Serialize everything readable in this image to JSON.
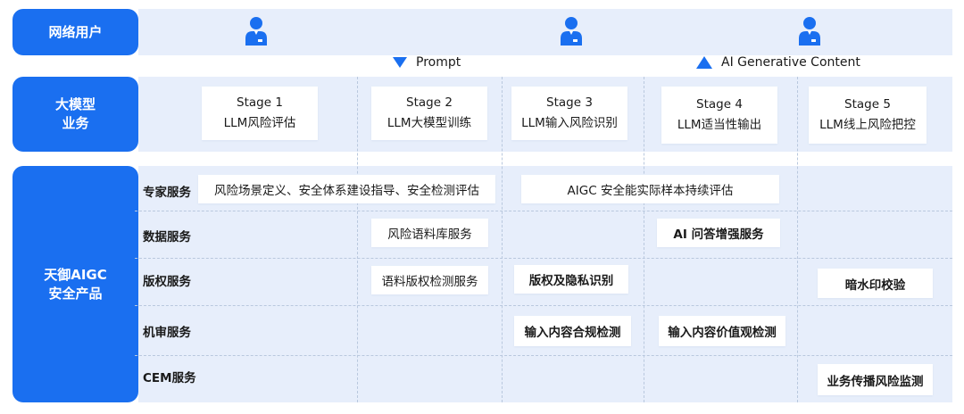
{
  "users": {
    "label": "网络用户",
    "icon": "user-icon"
  },
  "markers": {
    "prompt": "Prompt",
    "generative": "AI Generative Content"
  },
  "business": {
    "label": "大模型\n业务",
    "stages": [
      {
        "num": "Stage 1",
        "name": "LLM风险评估"
      },
      {
        "num": "Stage 2",
        "name": "LLM大模型训练"
      },
      {
        "num": "Stage 3",
        "name": "LLM输入风险识别"
      },
      {
        "num": "Stage 4",
        "name": "LLM适当性输出"
      },
      {
        "num": "Stage 5",
        "name": "LLM线上风险把控"
      }
    ]
  },
  "products": {
    "label": "天御AIGC\n安全产品",
    "rows": [
      "专家服务",
      "数据服务",
      "版权服务",
      "机审服务",
      "CEM服务"
    ],
    "services": {
      "expert_1": "风险场景定义、安全体系建设指导、安全检测评估",
      "expert_2": "AIGC 安全能实际样本持续评估",
      "data_1": "风险语料库服务",
      "data_2": "AI 问答增强服务",
      "copyright_1": "语料版权检测服务",
      "copyright_2": "版权及隐私识别",
      "copyright_3": "暗水印校验",
      "audit_1": "输入内容合规检测",
      "audit_2": "输入内容价值观检测",
      "cem_1": "业务传播风险监测"
    }
  },
  "colors": {
    "accent": "#1a6ff0",
    "band": "#e7eefb"
  }
}
